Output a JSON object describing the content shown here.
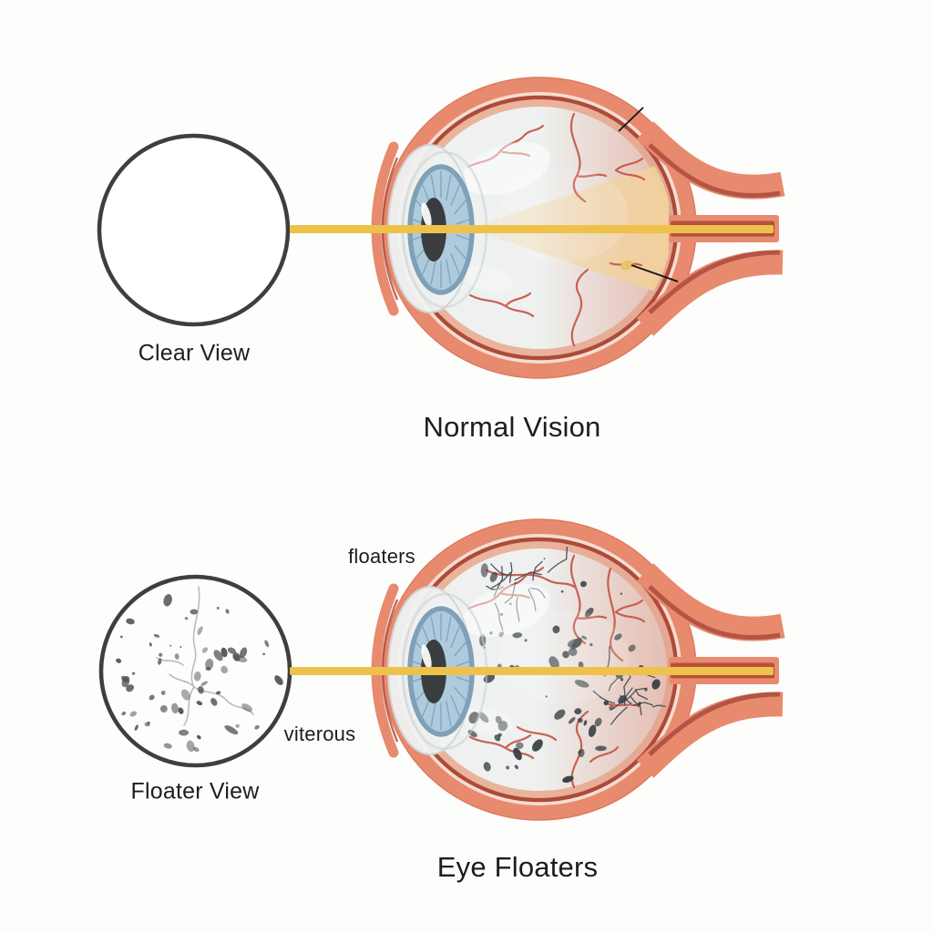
{
  "top_panel": {
    "view_label": "Clear View",
    "title": "Normal Vision"
  },
  "bottom_panel": {
    "view_label": "Floater View",
    "title": "Eye Floaters",
    "floaters_label": "floaters",
    "vitreous_label": "viterous"
  },
  "colors": {
    "background": "#fdfdfc",
    "text": "#1d1d1d",
    "circle_outline": "#3e3e3e",
    "sclera": "#e88a6e",
    "sclera_edge": "#dd7b60",
    "sclera_inner_band": "#f4ddd0",
    "retina_line": "#ad4a39",
    "choroid_glow": "#e89d80",
    "nerve_stripe": "#b05141",
    "nerve_core": "#b5503c",
    "vitreous": "#eef1f0",
    "vitreous_back_tint": "#dfa08e",
    "light_cone": "#f2d29b",
    "light_ray": "#eec24a",
    "iris_outer": "#7fa0b6",
    "iris_fill": "#aecadd",
    "iris_lines": "#6d93ab",
    "pupil": "#3a3d40",
    "cornea": "#f0f3f3",
    "cornea_stroke": "#cfd8da",
    "lens_capsule": "#c6cfd3",
    "vessel": "#c65a49",
    "floater": "#3c4247",
    "web": "#4a5258",
    "macula_spot": "#e9c36a",
    "annotation_line": "#151515",
    "floater_blob": "#4a4f53",
    "floater_squiggle": "#b5b5b5"
  }
}
